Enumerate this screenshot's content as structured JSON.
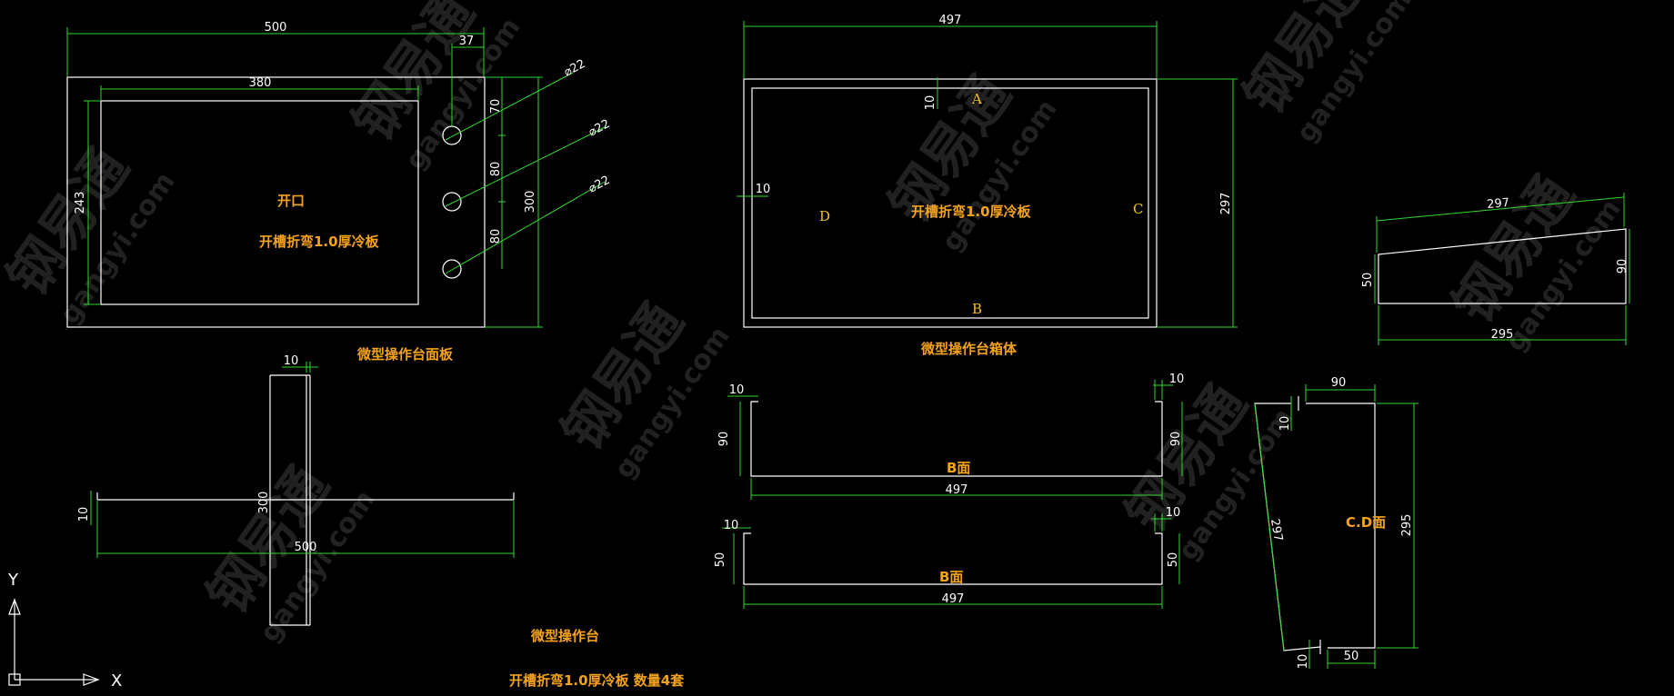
{
  "colors": {
    "background": "#000000",
    "geometry": "#ffffff",
    "dimension": "#2fd92f",
    "annotation": "#f5a31a"
  },
  "watermark": {
    "brand": "钢易通",
    "site": "gangyi.com"
  },
  "panel": {
    "dims": {
      "w500": "500",
      "w380": "380",
      "w37": "37",
      "h243": "243",
      "h300": "300",
      "h70": "70",
      "h80a": "80",
      "h80b": "80",
      "d1": "⌀22",
      "d2": "⌀22",
      "d3": "⌀22"
    },
    "opening_label": "开口",
    "material_note": "开槽折弯1.0厚冷板",
    "caption": "微型操作台面板"
  },
  "box": {
    "dims": {
      "w497": "497",
      "h297": "297",
      "t10a": "10",
      "t10b": "10"
    },
    "letters": {
      "a": "A",
      "b": "B",
      "c": "C",
      "d": "D"
    },
    "material_note": "开槽折弯1.0厚冷板",
    "caption": "微型操作台箱体"
  },
  "side": {
    "dims": {
      "top297": "297",
      "left50": "50",
      "right90": "90",
      "bottom295": "295"
    }
  },
  "cross": {
    "dims": {
      "t10top": "10",
      "t10left": "10",
      "v300": "300",
      "h500": "500"
    }
  },
  "bface1": {
    "dims": {
      "l10": "10",
      "r10": "10",
      "l90": "90",
      "r90": "90",
      "w497": "497"
    },
    "label": "B面"
  },
  "bface2": {
    "dims": {
      "l10": "10",
      "r10": "10",
      "l50": "50",
      "r50": "50",
      "w497": "497"
    },
    "label": "B面"
  },
  "cdface": {
    "dims": {
      "top90": "90",
      "t10a": "10",
      "slant297": "297",
      "right295": "295",
      "t10b": "10",
      "bottom50": "50"
    },
    "label": "C.D面"
  },
  "footer": {
    "title": "微型操作台",
    "spec": "开槽折弯1.0厚冷板 数量4套"
  },
  "axes": {
    "x": "X",
    "y": "Y"
  }
}
